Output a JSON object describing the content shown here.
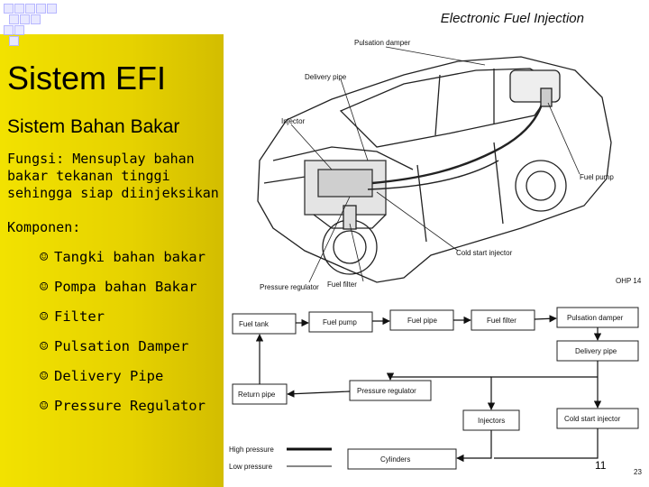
{
  "header": {
    "title": "Electronic Fuel Injection"
  },
  "slide": {
    "title": "Sistem EFI",
    "subtitle": "Sistem Bahan Bakar",
    "fungsi": "Fungsi: Mensuplay bahan bakar tekanan tinggi sehingga siap diinjeksikan",
    "komponen_label": "Komponen:",
    "bullet_glyph": "☺",
    "components": [
      "Tangki bahan bakar",
      "Pompa bahan Bakar",
      "Filter",
      "Pulsation Damper",
      "Delivery Pipe",
      "Pressure Regulator"
    ],
    "page_number": "11"
  },
  "figure": {
    "car_labels": {
      "pulsation_damper": "Pulsation damper",
      "delivery_pipe": "Delivery pipe",
      "injector": "Injector",
      "fuel_pump": "Fuel pump",
      "cold_start_injector": "Cold start injector",
      "pressure_regulator": "Pressure regulator",
      "fuel_filter": "Fuel filter",
      "ohp": "OHP 14"
    },
    "flow_boxes": {
      "fuel_tank": "Fuel tank",
      "fuel_pump": "Fuel pump",
      "fuel_pipe": "Fuel pipe",
      "fuel_filter": "Fuel filter",
      "pulsation_damper": "Pulsation damper",
      "delivery_pipe": "Delivery pipe",
      "return_pipe": "Return pipe",
      "pressure_regulator": "Pressure regulator",
      "injectors": "Injectors",
      "cold_start_injector": "Cold start injector",
      "cylinders": "Cylinders"
    },
    "legend": {
      "high": "High pressure",
      "low": "Low pressure"
    },
    "corner_number": "23"
  },
  "colors": {
    "accent": "#e6d200",
    "bg_dark": "#8f8000"
  }
}
